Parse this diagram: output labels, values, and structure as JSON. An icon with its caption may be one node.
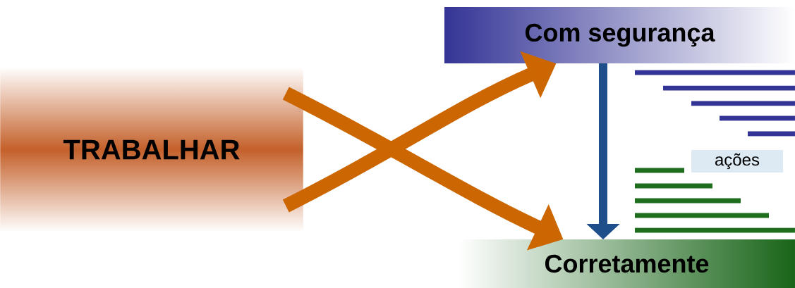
{
  "diagram": {
    "nodes": [
      {
        "text": [
          "TRABALHAR"
        ]
      },
      {
        "text": [
          "Com segurança"
        ]
      },
      {
        "text": [
          "Corretamente"
        ]
      },
      {
        "text": [
          "ações"
        ]
      }
    ],
    "edges": [
      {
        "from": 0,
        "to": 1,
        "arrow": "to"
      },
      {
        "from": 0,
        "to": 2,
        "arrow": "to"
      },
      {
        "from": 1,
        "to": 2,
        "arrow": "to",
        "color": "#1f4f8a"
      }
    ]
  }
}
